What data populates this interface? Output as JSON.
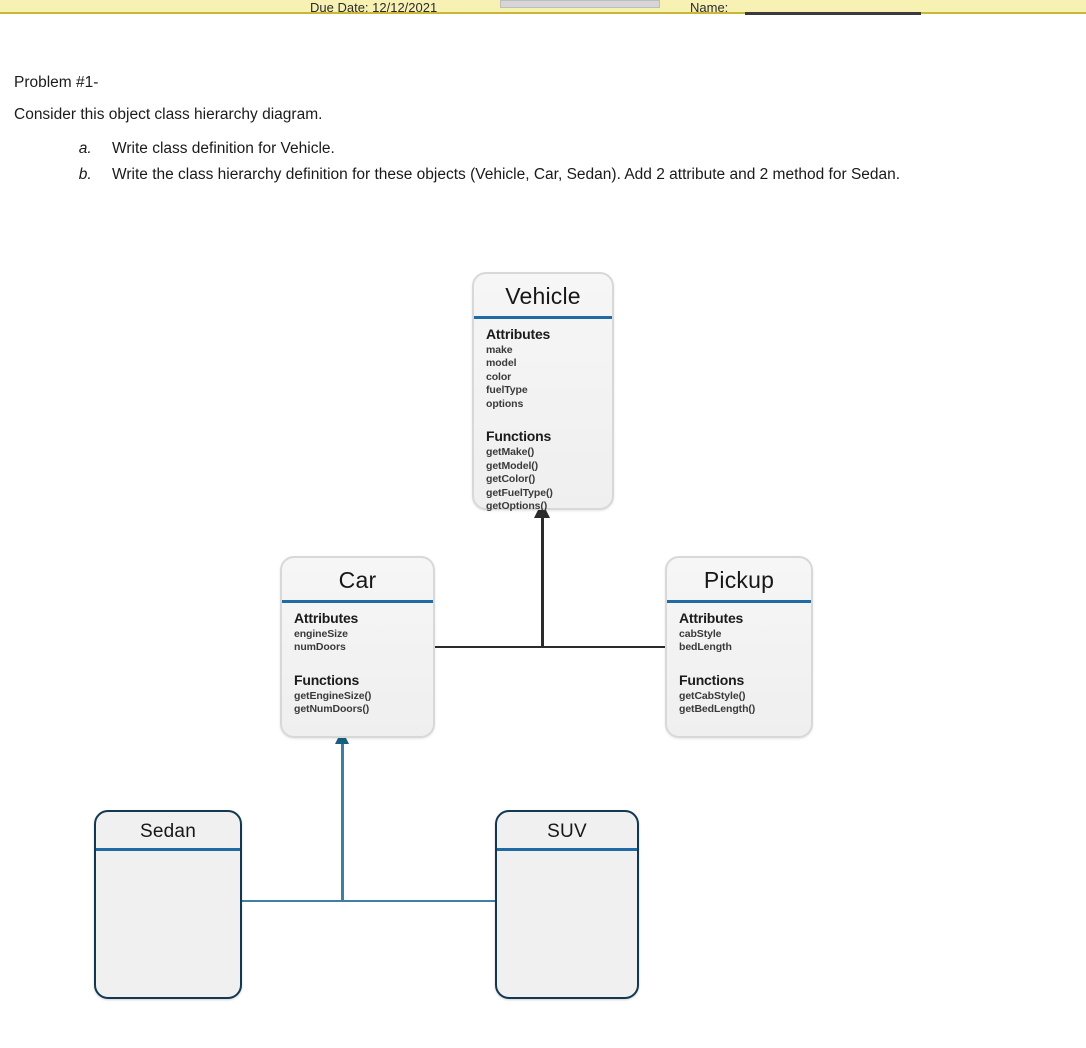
{
  "header": {
    "due_date_label": "Due Date: 12/12/2021",
    "name_label": "Name:",
    "gray_field_value": ""
  },
  "problem": {
    "title": "Problem #1-",
    "intro": "Consider this object class hierarchy diagram.",
    "items": [
      {
        "marker": "a.",
        "text": "Write class definition for Vehicle."
      },
      {
        "marker": "b.",
        "text": "Write the class hierarchy definition for these objects (Vehicle, Car, Sedan). Add 2 attribute and 2 method for Sedan."
      }
    ]
  },
  "diagram": {
    "type": "class-hierarchy",
    "accent_color": "#1f6ba5",
    "strong_border_color": "#13384f",
    "soft_border_color": "#d8d8d8",
    "box_fill": "#f1f1f1",
    "dark_connector_color": "#2b2b2b",
    "blue_connector_color": "#3f7fa3",
    "section_labels": {
      "attributes": "Attributes",
      "functions": "Functions"
    },
    "classes": {
      "vehicle": {
        "name": "Vehicle",
        "attributes": [
          "make",
          "model",
          "color",
          "fuelType",
          "options"
        ],
        "functions": [
          "getMake()",
          "getModel()",
          "getColor()",
          "getFuelType()",
          "getOptions()"
        ]
      },
      "car": {
        "name": "Car",
        "attributes": [
          "engineSize",
          "numDoors"
        ],
        "functions": [
          "getEngineSize()",
          "getNumDoors()"
        ]
      },
      "pickup": {
        "name": "Pickup",
        "attributes": [
          "cabStyle",
          "bedLength"
        ],
        "functions": [
          "getCabStyle()",
          "getBedLength()"
        ]
      },
      "sedan": {
        "name": "Sedan",
        "attributes": [],
        "functions": []
      },
      "suv": {
        "name": "SUV",
        "attributes": [],
        "functions": []
      }
    },
    "relations": [
      {
        "from": "Car",
        "to": "Vehicle",
        "kind": "inheritance"
      },
      {
        "from": "Pickup",
        "to": "Vehicle",
        "kind": "inheritance"
      },
      {
        "from": "Sedan",
        "to": "Car",
        "kind": "inheritance"
      },
      {
        "from": "SUV",
        "to": "Car",
        "kind": "inheritance"
      }
    ]
  }
}
